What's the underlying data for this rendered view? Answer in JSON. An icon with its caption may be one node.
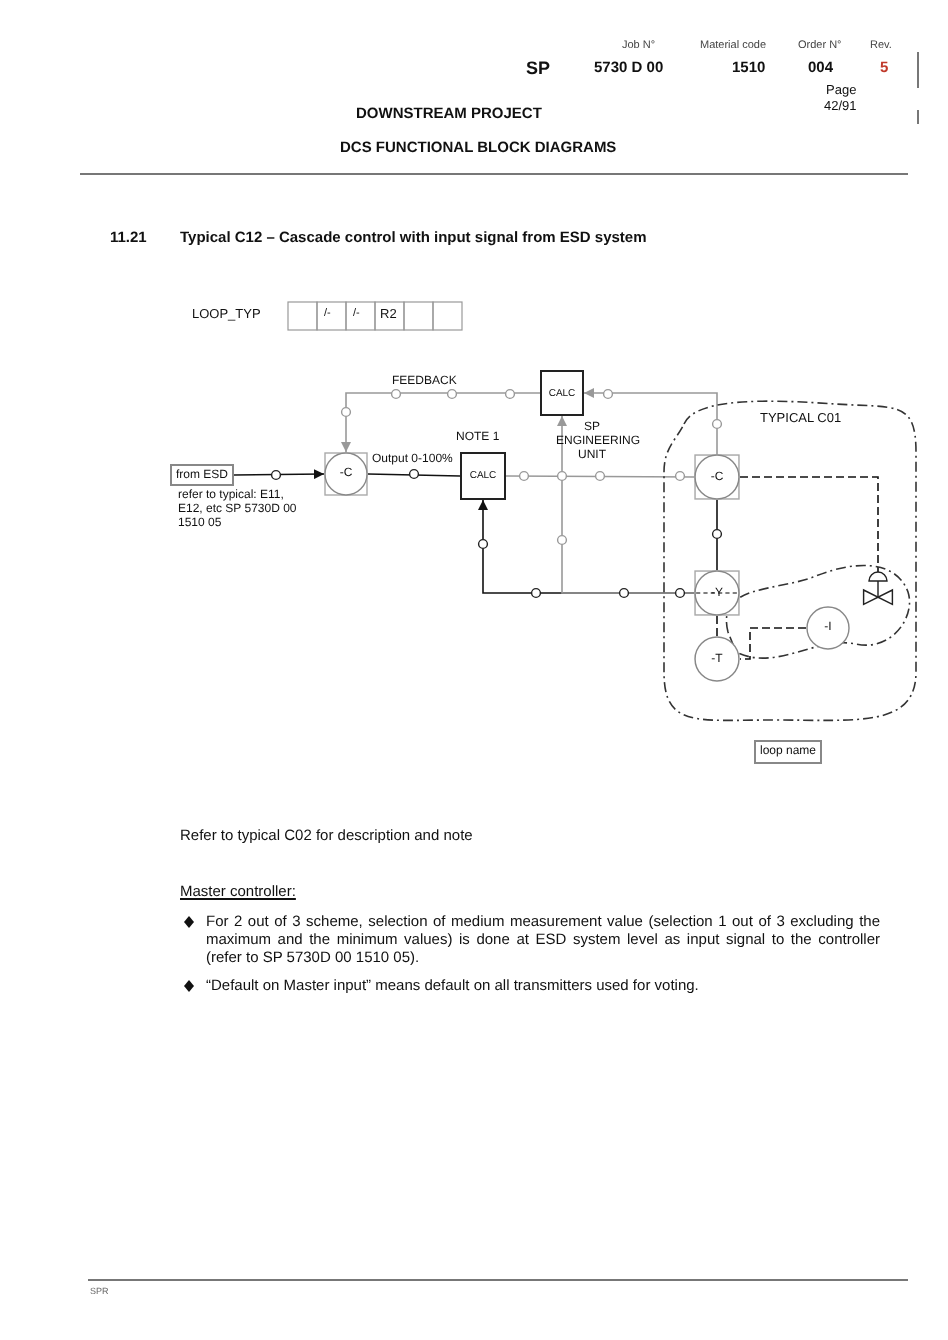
{
  "diagram": {
    "nodes": [
      {
        "text": [
          "from ESD"
        ],
        "beside": [
          "refer to typical: E11, E12, etc SP 5730D 00 1510 05"
        ]
      },
      {
        "text": [
          "-C"
        ]
      },
      {
        "text": [
          "CALC"
        ],
        "beside": [
          "NOTE 1"
        ]
      },
      {
        "text": [
          "CALC"
        ]
      },
      {
        "text": [
          "TYPICAL C01"
        ]
      },
      {
        "text": [
          "-C"
        ],
        "in": 4
      },
      {
        "text": [
          "-Y"
        ],
        "in": 4
      },
      {
        "text": [
          "-T"
        ],
        "in": 4
      },
      {
        "text": [
          "-I"
        ],
        "in": 4
      },
      {
        "text": [],
        "shape": "valve",
        "in": 4
      },
      {
        "text": [
          "loop name"
        ]
      }
    ],
    "edges": [
      {
        "from": 0,
        "to": 1,
        "arrow": "to"
      },
      {
        "from": 1,
        "to": 2,
        "arrow": "none",
        "label": "Output 0-100%"
      },
      {
        "from": 2,
        "to": 5,
        "arrow": "none",
        "label": "SP ENGINEERING UNIT",
        "color": "#999999"
      },
      {
        "from": 5,
        "to": 3,
        "arrow": "to",
        "color": "#999999"
      },
      {
        "from": 3,
        "to": 1,
        "arrow": "to",
        "label": "FEEDBACK",
        "color": "#999999"
      },
      {
        "from": 6,
        "to": 2,
        "arrow": "to"
      },
      {
        "from": 6,
        "to": 3,
        "arrow": "to",
        "color": "#999999"
      },
      {
        "from": 5,
        "to": 6,
        "arrow": "none"
      },
      {
        "from": 5,
        "to": 9,
        "arrow": "none",
        "style": "dashed"
      },
      {
        "from": 6,
        "to": 7,
        "arrow": "none",
        "style": "dashed"
      },
      {
        "from": 8,
        "to": 7,
        "arrow": "none",
        "style": "dashed"
      }
    ],
    "labels": [
      "Job N°",
      "Material code",
      "Order N°",
      "Rev.",
      "SP",
      "5730 D 00",
      "1510",
      "004",
      "5",
      "Page",
      "42/91",
      "DOWNSTREAM PROJECT",
      "DCS FUNCTIONAL BLOCK DIAGRAMS",
      "11.21",
      "Typical C12 – Cascade control with input signal from ESD system",
      "LOOP_TYP",
      "/-",
      "/-",
      "R2",
      "Refer to typical C02 for description and note",
      "Master controller:",
      "For 2 out of 3 scheme, selection of medium measurement value (selection 1 out of 3 excluding the maximum and the minimum values) is done at ESD system level as input signal to the controller (refer to SP 5730D 00 1510 05).",
      "“Default on Master input” means default on all transmitters used for voting.",
      "SPR"
    ]
  }
}
